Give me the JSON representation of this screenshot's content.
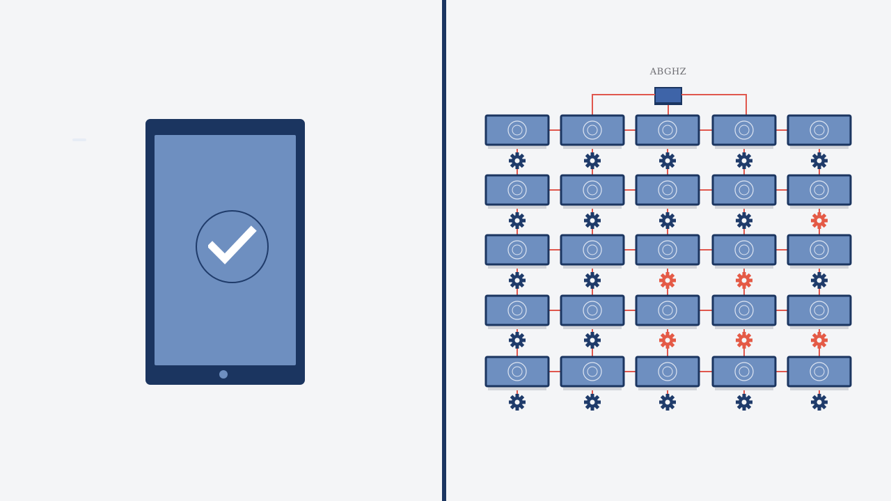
{
  "left_panel": {
    "device": "tablet",
    "screen_icon": "checkmark-circle-icon"
  },
  "diagram": {
    "header_label": "ABGHZ",
    "header_sublabel": "",
    "rows": 5,
    "cols": 5,
    "gear_states": [
      [
        "normal",
        "normal",
        "normal",
        "normal",
        "normal"
      ],
      [
        "normal",
        "normal",
        "normal",
        "normal",
        "alert"
      ],
      [
        "normal",
        "normal",
        "alert",
        "alert",
        "normal"
      ],
      [
        "normal",
        "normal",
        "alert",
        "alert",
        "alert"
      ],
      [
        "normal",
        "normal",
        "normal",
        "normal",
        "normal"
      ]
    ]
  },
  "colors": {
    "background": "#f4f5f7",
    "navy": "#1b3560",
    "panel_blue": "#6e8fc0",
    "connector_red": "#e0574d",
    "alert_gear": "#e45a46",
    "normal_gear": "#1f3b6a"
  }
}
